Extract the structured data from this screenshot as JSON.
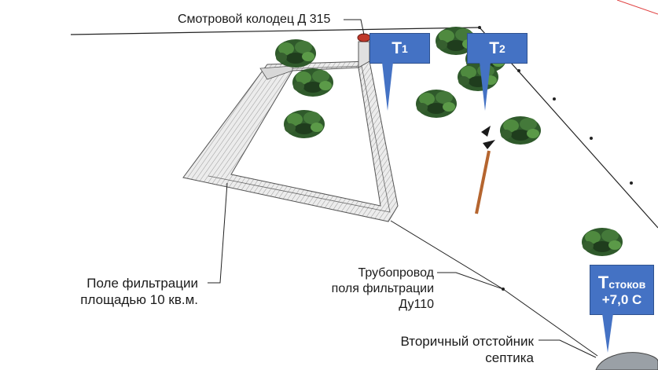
{
  "labels": {
    "inspection_well": "Смотровой колодец Д 315",
    "filter_field_line1": "Поле фильтрации",
    "filter_field_line2": "площадью 10 кв.м.",
    "pipeline_line1": "Трубопровод",
    "pipeline_line2": "поля фильтрации",
    "pipeline_line3": "Ду110",
    "secondary_tank_line1": "Вторичный отстойник",
    "secondary_tank_line2": "септика"
  },
  "callouts": {
    "t1": {
      "letter": "T",
      "sub": "1"
    },
    "t2": {
      "letter": "T",
      "sub": "2"
    },
    "t_stokov": {
      "letter": "T",
      "sub": "стоков",
      "value": "+7,0 C"
    }
  },
  "colors": {
    "callout_fill": "#4472c4",
    "foliage": "#3d6b35",
    "pole": "#b5652f",
    "tank": "#9aa0a6",
    "hatch": "#cfcfcf"
  }
}
